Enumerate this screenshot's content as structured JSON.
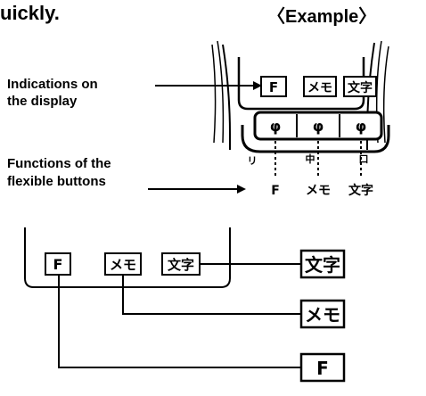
{
  "heading": "uickly.",
  "example_caption": "〈Example〉",
  "labels": {
    "indications_line1": "Indications on",
    "indications_line2": "the display",
    "functions_line1": "Functions of the",
    "functions_line2": "flexible buttons"
  },
  "phone_display_keys": [
    "F",
    "メモ",
    "文字"
  ],
  "phone_button_glyph": "φ",
  "function_names": [
    "F",
    "メモ",
    "文字"
  ],
  "button_marks": [
    "リ",
    "中",
    "口"
  ],
  "display_keys": [
    "F",
    "メモ",
    "文字"
  ],
  "callout_keys": [
    "文字",
    "メモ",
    "F"
  ]
}
